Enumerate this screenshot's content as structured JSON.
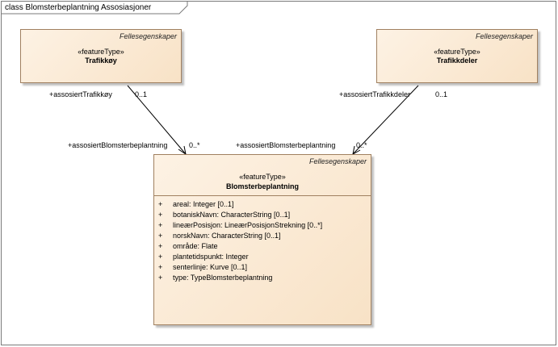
{
  "diagram": {
    "title": "class Blomsterbeplantning Assosiasjoner"
  },
  "classes": {
    "trafikkoy": {
      "package": "Fellesegenskaper",
      "stereotype": "«featureType»",
      "name": "Trafikkøy"
    },
    "trafikkdeler": {
      "package": "Fellesegenskaper",
      "stereotype": "«featureType»",
      "name": "Trafikkdeler"
    },
    "blomsterbeplantning": {
      "package": "Fellesegenskaper",
      "stereotype": "«featureType»",
      "name": "Blomsterbeplantning",
      "attributes": [
        {
          "visibility": "+",
          "text": "areal: Integer [0..1]"
        },
        {
          "visibility": "+",
          "text": "botaniskNavn: CharacterString [0..1]"
        },
        {
          "visibility": "+",
          "text": "lineærPosisjon: LineærPosisjonStrekning [0..*]"
        },
        {
          "visibility": "+",
          "text": "norskNavn: CharacterString [0..1]"
        },
        {
          "visibility": "+",
          "text": "område: Flate"
        },
        {
          "visibility": "+",
          "text": "plantetidspunkt: Integer"
        },
        {
          "visibility": "+",
          "text": "senterlinje: Kurve [0..1]"
        },
        {
          "visibility": "+",
          "text": "type: TypeBlomsterbeplantning"
        }
      ]
    }
  },
  "associations": {
    "trafikkoy_role": "+assosiertTrafikkøy",
    "trafikkoy_mult": "0..1",
    "blomst_role_left": "+assosiertBlomsterbeplantning",
    "blomst_mult_left": "0..*",
    "trafikkdeler_role": "+assosiertTrafikkdeler",
    "trafikkdeler_mult": "0..1",
    "blomst_role_right": "+assosiertBlomsterbeplantning",
    "blomst_mult_right": "0..*"
  }
}
